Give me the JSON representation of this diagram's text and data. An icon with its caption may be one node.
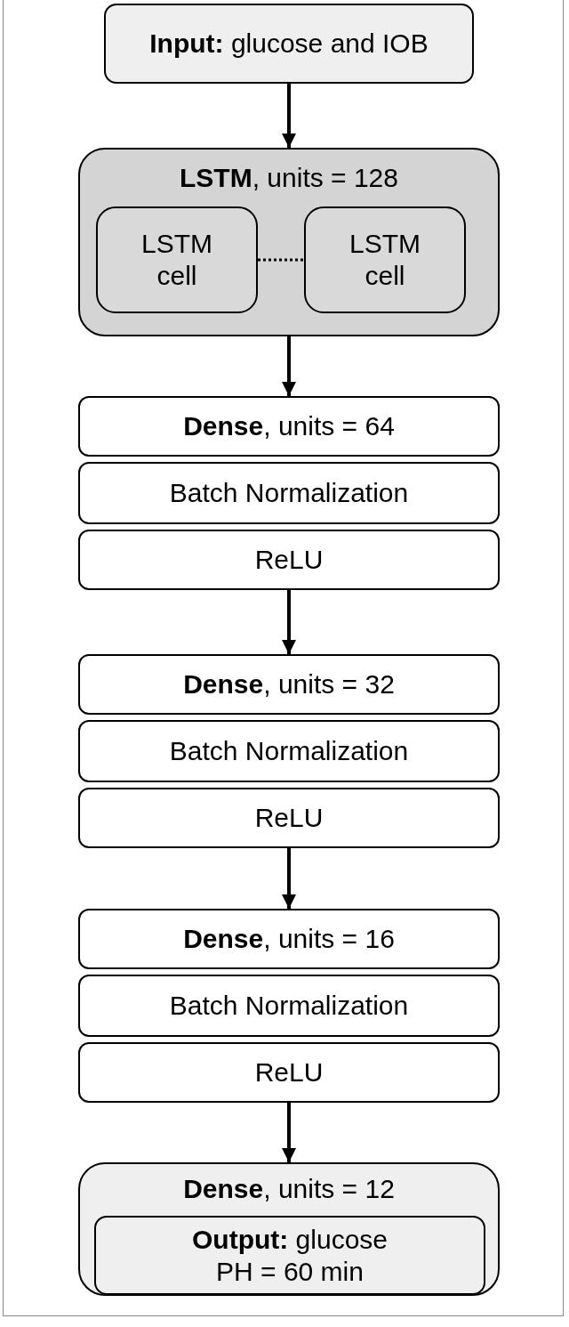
{
  "diagram": {
    "nodes": [
      {
        "text": [
          "**Input:** glucose and IOB"
        ]
      },
      {
        "text": [
          "**LSTM**, units = 128"
        ]
      },
      {
        "text": [
          "LSTM cell"
        ],
        "in": 1
      },
      {
        "text": [
          "LSTM cell"
        ],
        "in": 1
      },
      {
        "text": [
          "**Dense**, units = 64"
        ]
      },
      {
        "text": [
          "Batch Normalization"
        ]
      },
      {
        "text": [
          "ReLU"
        ]
      },
      {
        "text": [
          "**Dense**, units = 32"
        ]
      },
      {
        "text": [
          "Batch Normalization"
        ]
      },
      {
        "text": [
          "ReLU"
        ]
      },
      {
        "text": [
          "**Dense**, units = 16"
        ]
      },
      {
        "text": [
          "Batch Normalization"
        ]
      },
      {
        "text": [
          "ReLU"
        ]
      },
      {
        "text": [
          "**Dense**, units = 12"
        ]
      },
      {
        "text": [
          "**Output:** glucose",
          "PH = 60 min"
        ],
        "in": 13
      }
    ],
    "edges": [
      {
        "from": 0,
        "to": 1,
        "arrow": "to"
      },
      {
        "from": 2,
        "to": 3,
        "arrow": "none",
        "style": "dashed"
      },
      {
        "from": 1,
        "to": 4,
        "arrow": "to"
      },
      {
        "from": 6,
        "to": 7,
        "arrow": "to"
      },
      {
        "from": 9,
        "to": 10,
        "arrow": "to"
      },
      {
        "from": 12,
        "to": 13,
        "arrow": "to"
      }
    ]
  }
}
